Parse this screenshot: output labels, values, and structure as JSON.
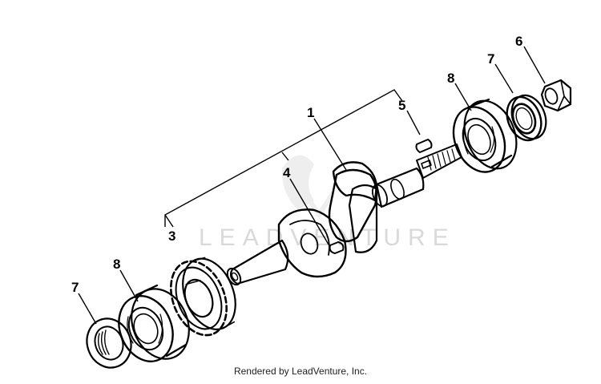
{
  "diagram": {
    "callouts": {
      "crankshaft": "1",
      "gear_key": "4",
      "gear_assembly": "3",
      "key_small": "5",
      "nut": "6",
      "seal_right": "7",
      "bearing_right": "8",
      "bearing_left": "8",
      "seal_left": "7"
    },
    "watermark": "LEADVENTURE"
  },
  "footer": {
    "caption": "Rendered by LeadVenture, Inc."
  }
}
